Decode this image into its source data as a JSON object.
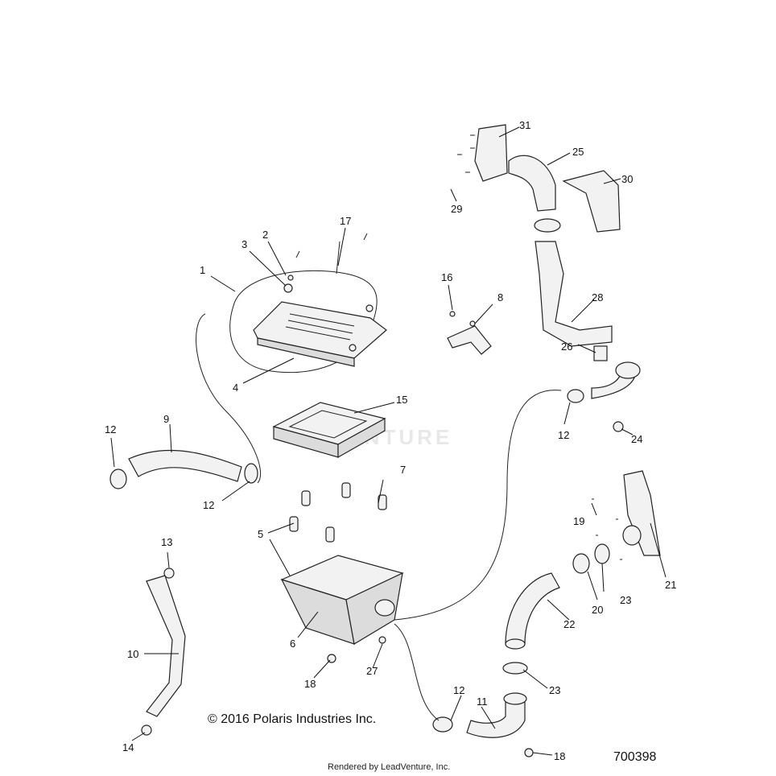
{
  "diagram": {
    "callouts": [
      "1",
      "2",
      "3",
      "4",
      "5",
      "6",
      "7",
      "8",
      "9",
      "10",
      "11",
      "12",
      "12",
      "12",
      "12",
      "13",
      "14",
      "15",
      "16",
      "17",
      "18",
      "18",
      "19",
      "20",
      "21",
      "22",
      "23",
      "23",
      "24",
      "25",
      "26",
      "27",
      "28",
      "29",
      "30",
      "31"
    ]
  },
  "footer": {
    "copyright": "© 2016 Polaris Industries Inc.",
    "document_number": "700398",
    "rendered_by": "Rendered by LeadVenture, Inc."
  },
  "watermark": "VENTURE"
}
